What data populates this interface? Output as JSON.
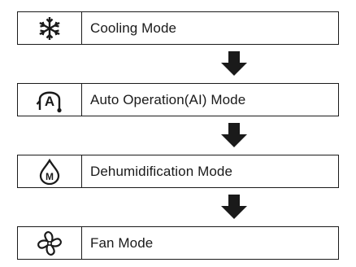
{
  "modes": [
    {
      "label": "Cooling Mode",
      "icon": "snowflake-icon"
    },
    {
      "label": "Auto Operation(AI) Mode",
      "icon": "auto-ai-icon",
      "icon_text": "A"
    },
    {
      "label": "Dehumidification Mode",
      "icon": "water-drop-icon",
      "icon_text": "M"
    },
    {
      "label": "Fan Mode",
      "icon": "fan-icon"
    }
  ],
  "colors": {
    "line": "#1a1a1a",
    "background": "#ffffff"
  }
}
